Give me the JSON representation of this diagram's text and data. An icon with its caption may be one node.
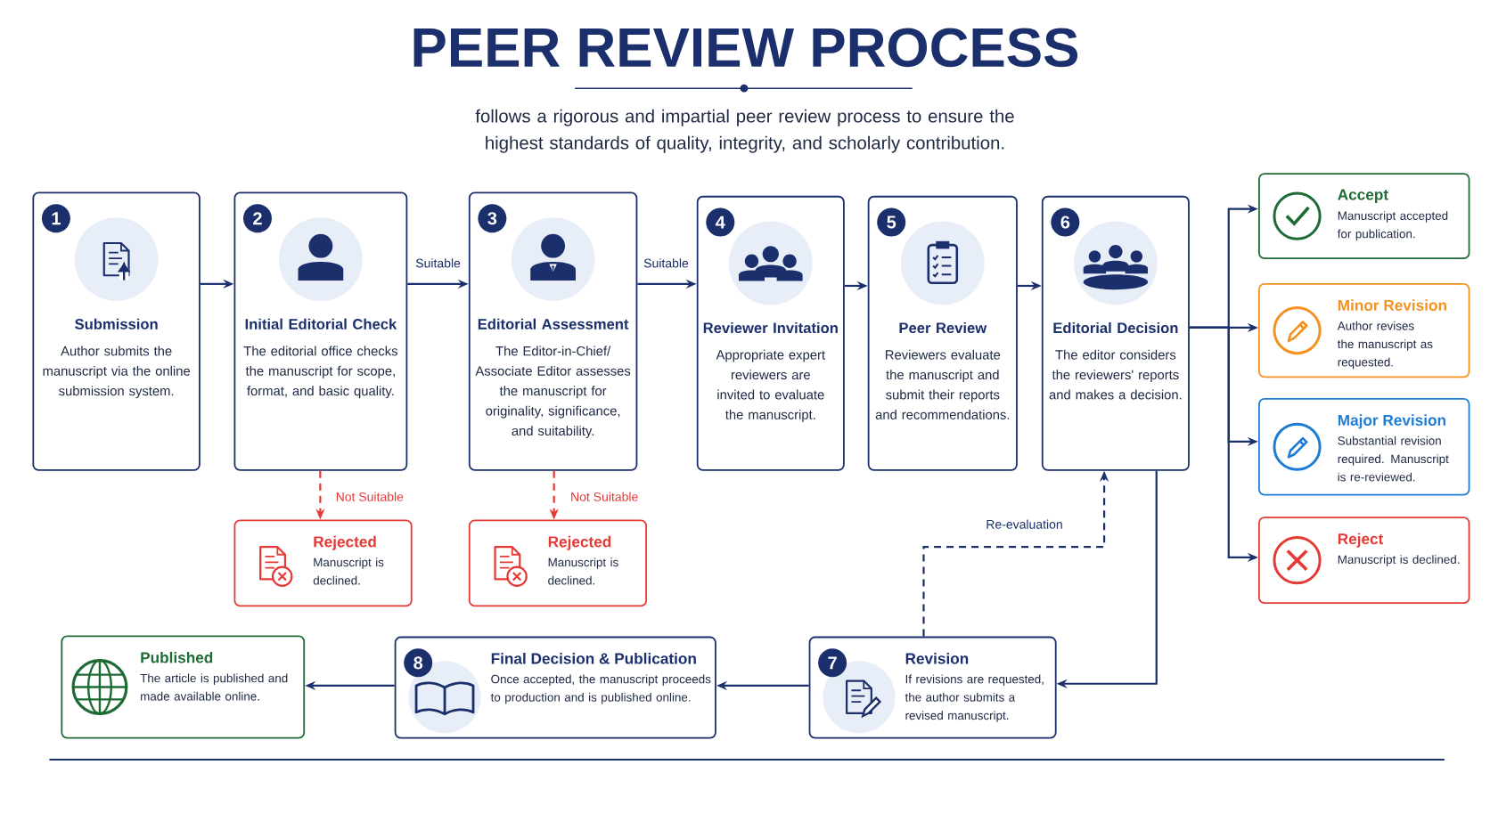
{
  "diagram": {
    "title": "PEER REVIEW PROCESS",
    "nodes": [
      {
        "text": [
          "1",
          "Submission",
          "Author submits the manuscript via the online submission system."
        ]
      },
      {
        "text": [
          "2",
          "Initial Editorial Check",
          "The editorial office checks the manuscript for scope, format, and basic quality."
        ]
      },
      {
        "text": [
          "3",
          "Editorial Assessment",
          "The Editor-in-Chief/ Associate Editor assesses the manuscript for originality, significance, and suitability."
        ]
      },
      {
        "text": [
          "Rejected",
          "Manuscript is declined."
        ]
      },
      {
        "text": [
          "Rejected",
          "Manuscript is declined."
        ]
      },
      {
        "text": [
          "4",
          "Reviewer Invitation",
          "Appropriate expert reviewers are invited to evaluate the manuscript."
        ]
      },
      {
        "text": [
          "5",
          "Peer Review",
          "Reviewers evaluate the manuscript and submit their reports and recommendations."
        ]
      },
      {
        "text": [
          "6",
          "Editorial Decision",
          "The editor considers the reviewers' reports and makes a decision."
        ]
      },
      {
        "text": [
          "Accept",
          "Manuscript accepted for publication."
        ]
      },
      {
        "text": [
          "Minor Revision",
          "Author revises the manuscript as requested."
        ]
      },
      {
        "text": [
          "Major Revision",
          "Substantial revision required. Manuscript is re-reviewed."
        ]
      },
      {
        "text": [
          "Reject",
          "Manuscript is declined."
        ]
      },
      {
        "text": [
          "Published",
          "The article is published and made available online."
        ]
      },
      {
        "text": [
          "8",
          "Final Decision & Publication",
          "Once accepted, the manuscript proceeds to production and is published online."
        ]
      },
      {
        "text": [
          "7",
          "Revision",
          "If revisions are requested, the author submits a revised manuscript."
        ]
      }
    ],
    "edges": [
      {
        "from": 0,
        "to": 1,
        "arrow": "to"
      },
      {
        "from": 1,
        "to": 2,
        "arrow": "to",
        "label": "Suitable"
      },
      {
        "from": 2,
        "to": 5,
        "arrow": "to",
        "label": "Suitable"
      },
      {
        "from": 5,
        "to": 6,
        "arrow": "to"
      },
      {
        "from": 6,
        "to": 7,
        "arrow": "to"
      },
      {
        "from": 7,
        "to": 8,
        "arrow": "to"
      },
      {
        "from": 7,
        "to": 9,
        "arrow": "to"
      },
      {
        "from": 7,
        "to": 10,
        "arrow": "to"
      },
      {
        "from": 7,
        "to": 11,
        "arrow": "to"
      },
      {
        "from": 1,
        "to": 3,
        "arrow": "to",
        "label": "Not Suitable",
        "style": "dashed",
        "color": "#e53935"
      },
      {
        "from": 2,
        "to": 4,
        "arrow": "to",
        "label": "Not Suitable",
        "style": "dashed",
        "color": "#e53935"
      },
      {
        "from": 7,
        "to": 14,
        "arrow": "to"
      },
      {
        "from": 14,
        "to": 7,
        "arrow": "to",
        "label": "Re-evaluation",
        "style": "dashed"
      },
      {
        "from": 14,
        "to": 13,
        "arrow": "to"
      },
      {
        "from": 13,
        "to": 12,
        "arrow": "to"
      }
    ],
    "labels": [
      "follows a rigorous and impartial peer review process to ensure the highest standards of quality, integrity, and scholarly contribution."
    ]
  }
}
